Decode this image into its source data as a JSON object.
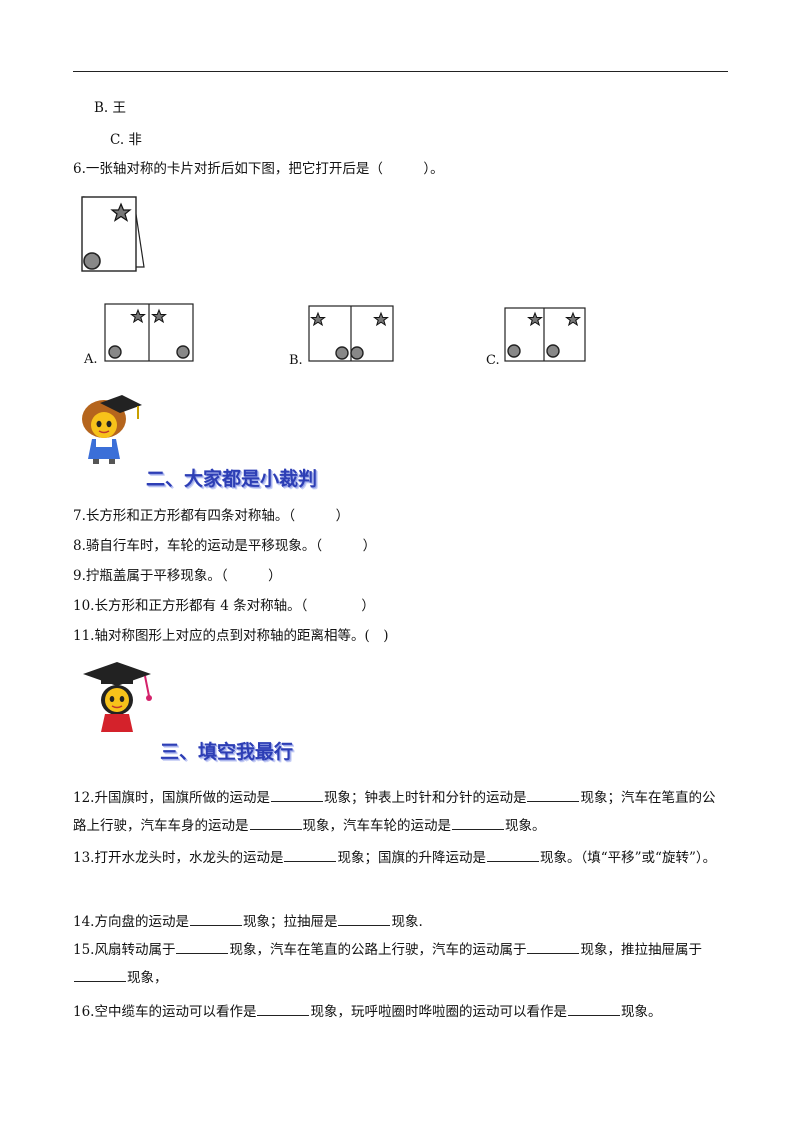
{
  "options_prev": {
    "b": "B. 王",
    "c": "C. 非"
  },
  "q6": {
    "text": "6.一张轴对称的卡片对折后如下图，把它打开后是（　　　）。",
    "labels": [
      "A.",
      "B.",
      "C."
    ]
  },
  "section2": {
    "title": "二、大家都是小裁判",
    "questions": [
      "7.长方形和正方形都有四条对称轴。（　　　）",
      "8.骑自行车时，车轮的运动是平移现象。（　　　）",
      "9.拧瓶盖属于平移现象。（　　　）",
      "10.长方形和正方形都有 4 条对称轴。（　　　　）",
      "11.轴对称图形上对应的点到对称轴的距离相等。(　)"
    ]
  },
  "section3": {
    "title": "三、填空我最行",
    "q12": [
      "12.升国旗时，国旗所做的运动是",
      "现象；钟表上时针和分针的运动是",
      "现象；汽车在笔直的公路上行驶，汽车车身的运动是",
      "现象，汽车车轮的运动是",
      "现象。"
    ],
    "q13": [
      "13.打开水龙头时，水龙头的运动是",
      "现象；国旗的升降运动是",
      "现象。（填“平移”或“旋转”）。"
    ],
    "q14": [
      "14.方向盘的运动是",
      "现象；拉抽屉是",
      "现象."
    ],
    "q15": [
      "15.风扇转动属于",
      "现象，汽车在笔直的公路上行驶，汽车的运动属于",
      "现象，推拉抽屉属于",
      "现象，"
    ],
    "q16": [
      "16.空中缆车的运动可以看作是",
      "现象，玩呼啦圈时哗啦圈的运动可以看作是",
      "现象。"
    ]
  },
  "colors": {
    "heading": "#2d3eb5",
    "text": "#111111"
  }
}
